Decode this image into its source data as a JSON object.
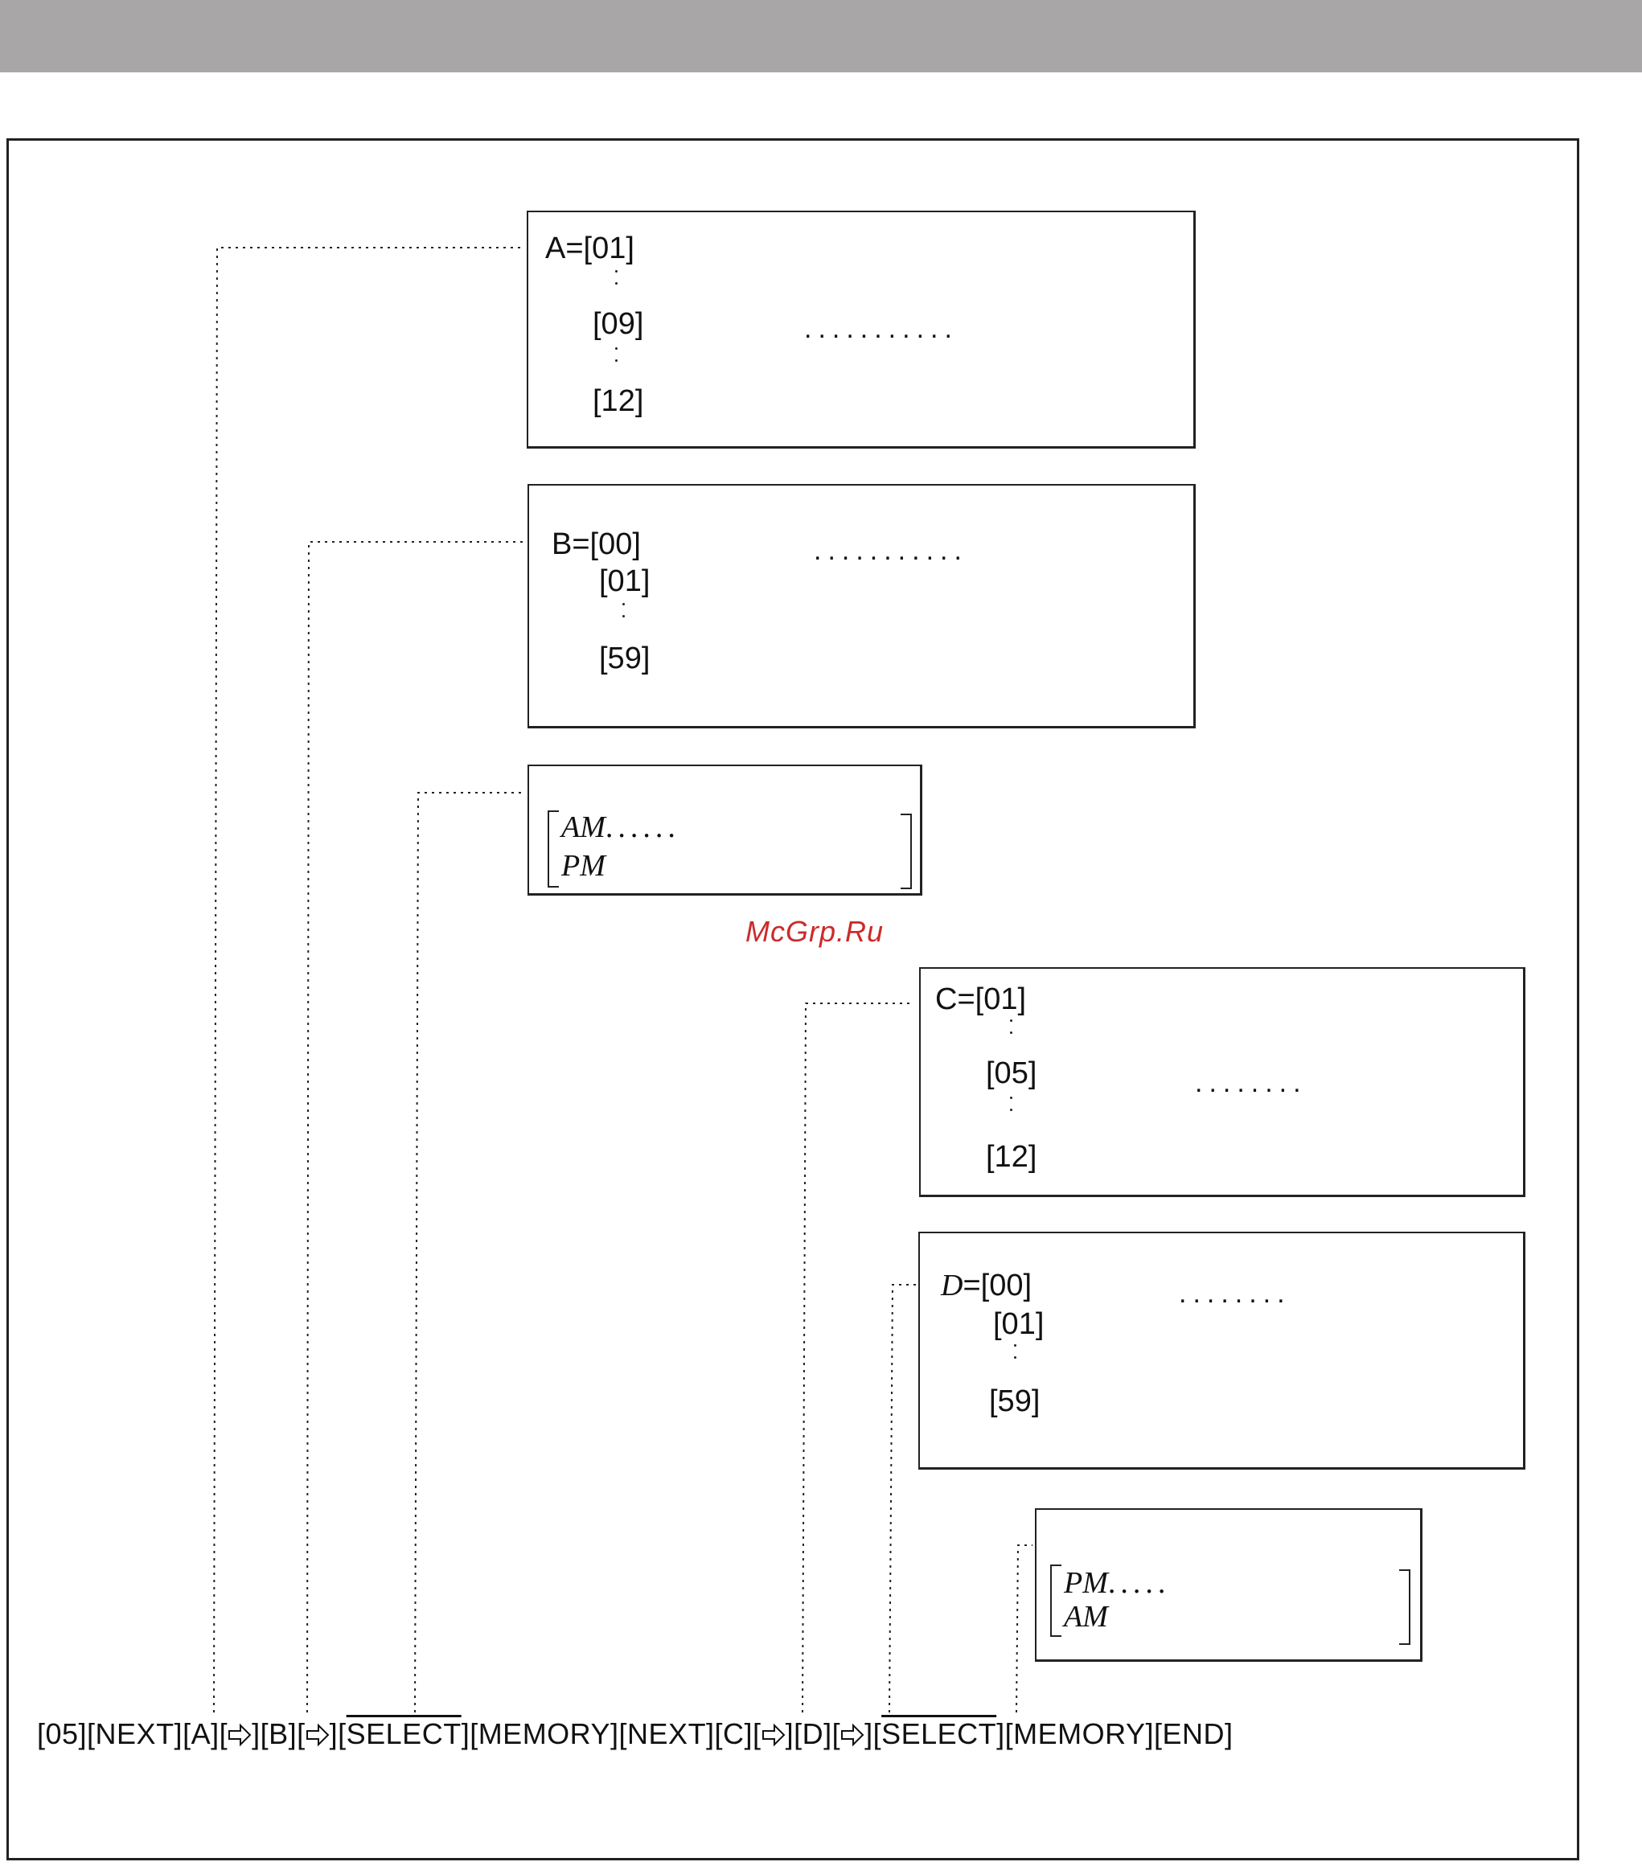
{
  "colors": {
    "band": "#a8a6a7",
    "line": "#222222",
    "watermark": "#cc2a2a"
  },
  "box_a": {
    "first": "A=[01]",
    "mid": "[09]",
    "last": "[12]",
    "ellipsis": "..........."
  },
  "box_b": {
    "first": "B=[00]",
    "second": "[01]",
    "last": "[59]",
    "ellipsis": "..........."
  },
  "box_ampm1": {
    "line1": "AM",
    "line1_dots": "......",
    "line2": "PM"
  },
  "watermark": "McGrp.Ru",
  "box_c": {
    "first": "C=[01]",
    "mid": "[05]",
    "last": "[12]",
    "ellipsis": "........"
  },
  "box_d": {
    "first_var": "D",
    "first_val": "=[00]",
    "second": "[01]",
    "last": "[59]",
    "ellipsis": "........"
  },
  "box_ampm2": {
    "line1": "PM",
    "line1_dots": ".....",
    "line2": "AM"
  },
  "sequence": {
    "s1": "[05][NEXT][A][",
    "s2": "][B][",
    "s3": "][",
    "select1": "SELECT",
    "s4": "][MEMORY][NEXT][C][",
    "s5": "][D][",
    "s6": "][",
    "select2": "SELECT",
    "s7": "][MEMORY][END]",
    "arrow_icon": "hollow-right-arrow-icon"
  }
}
